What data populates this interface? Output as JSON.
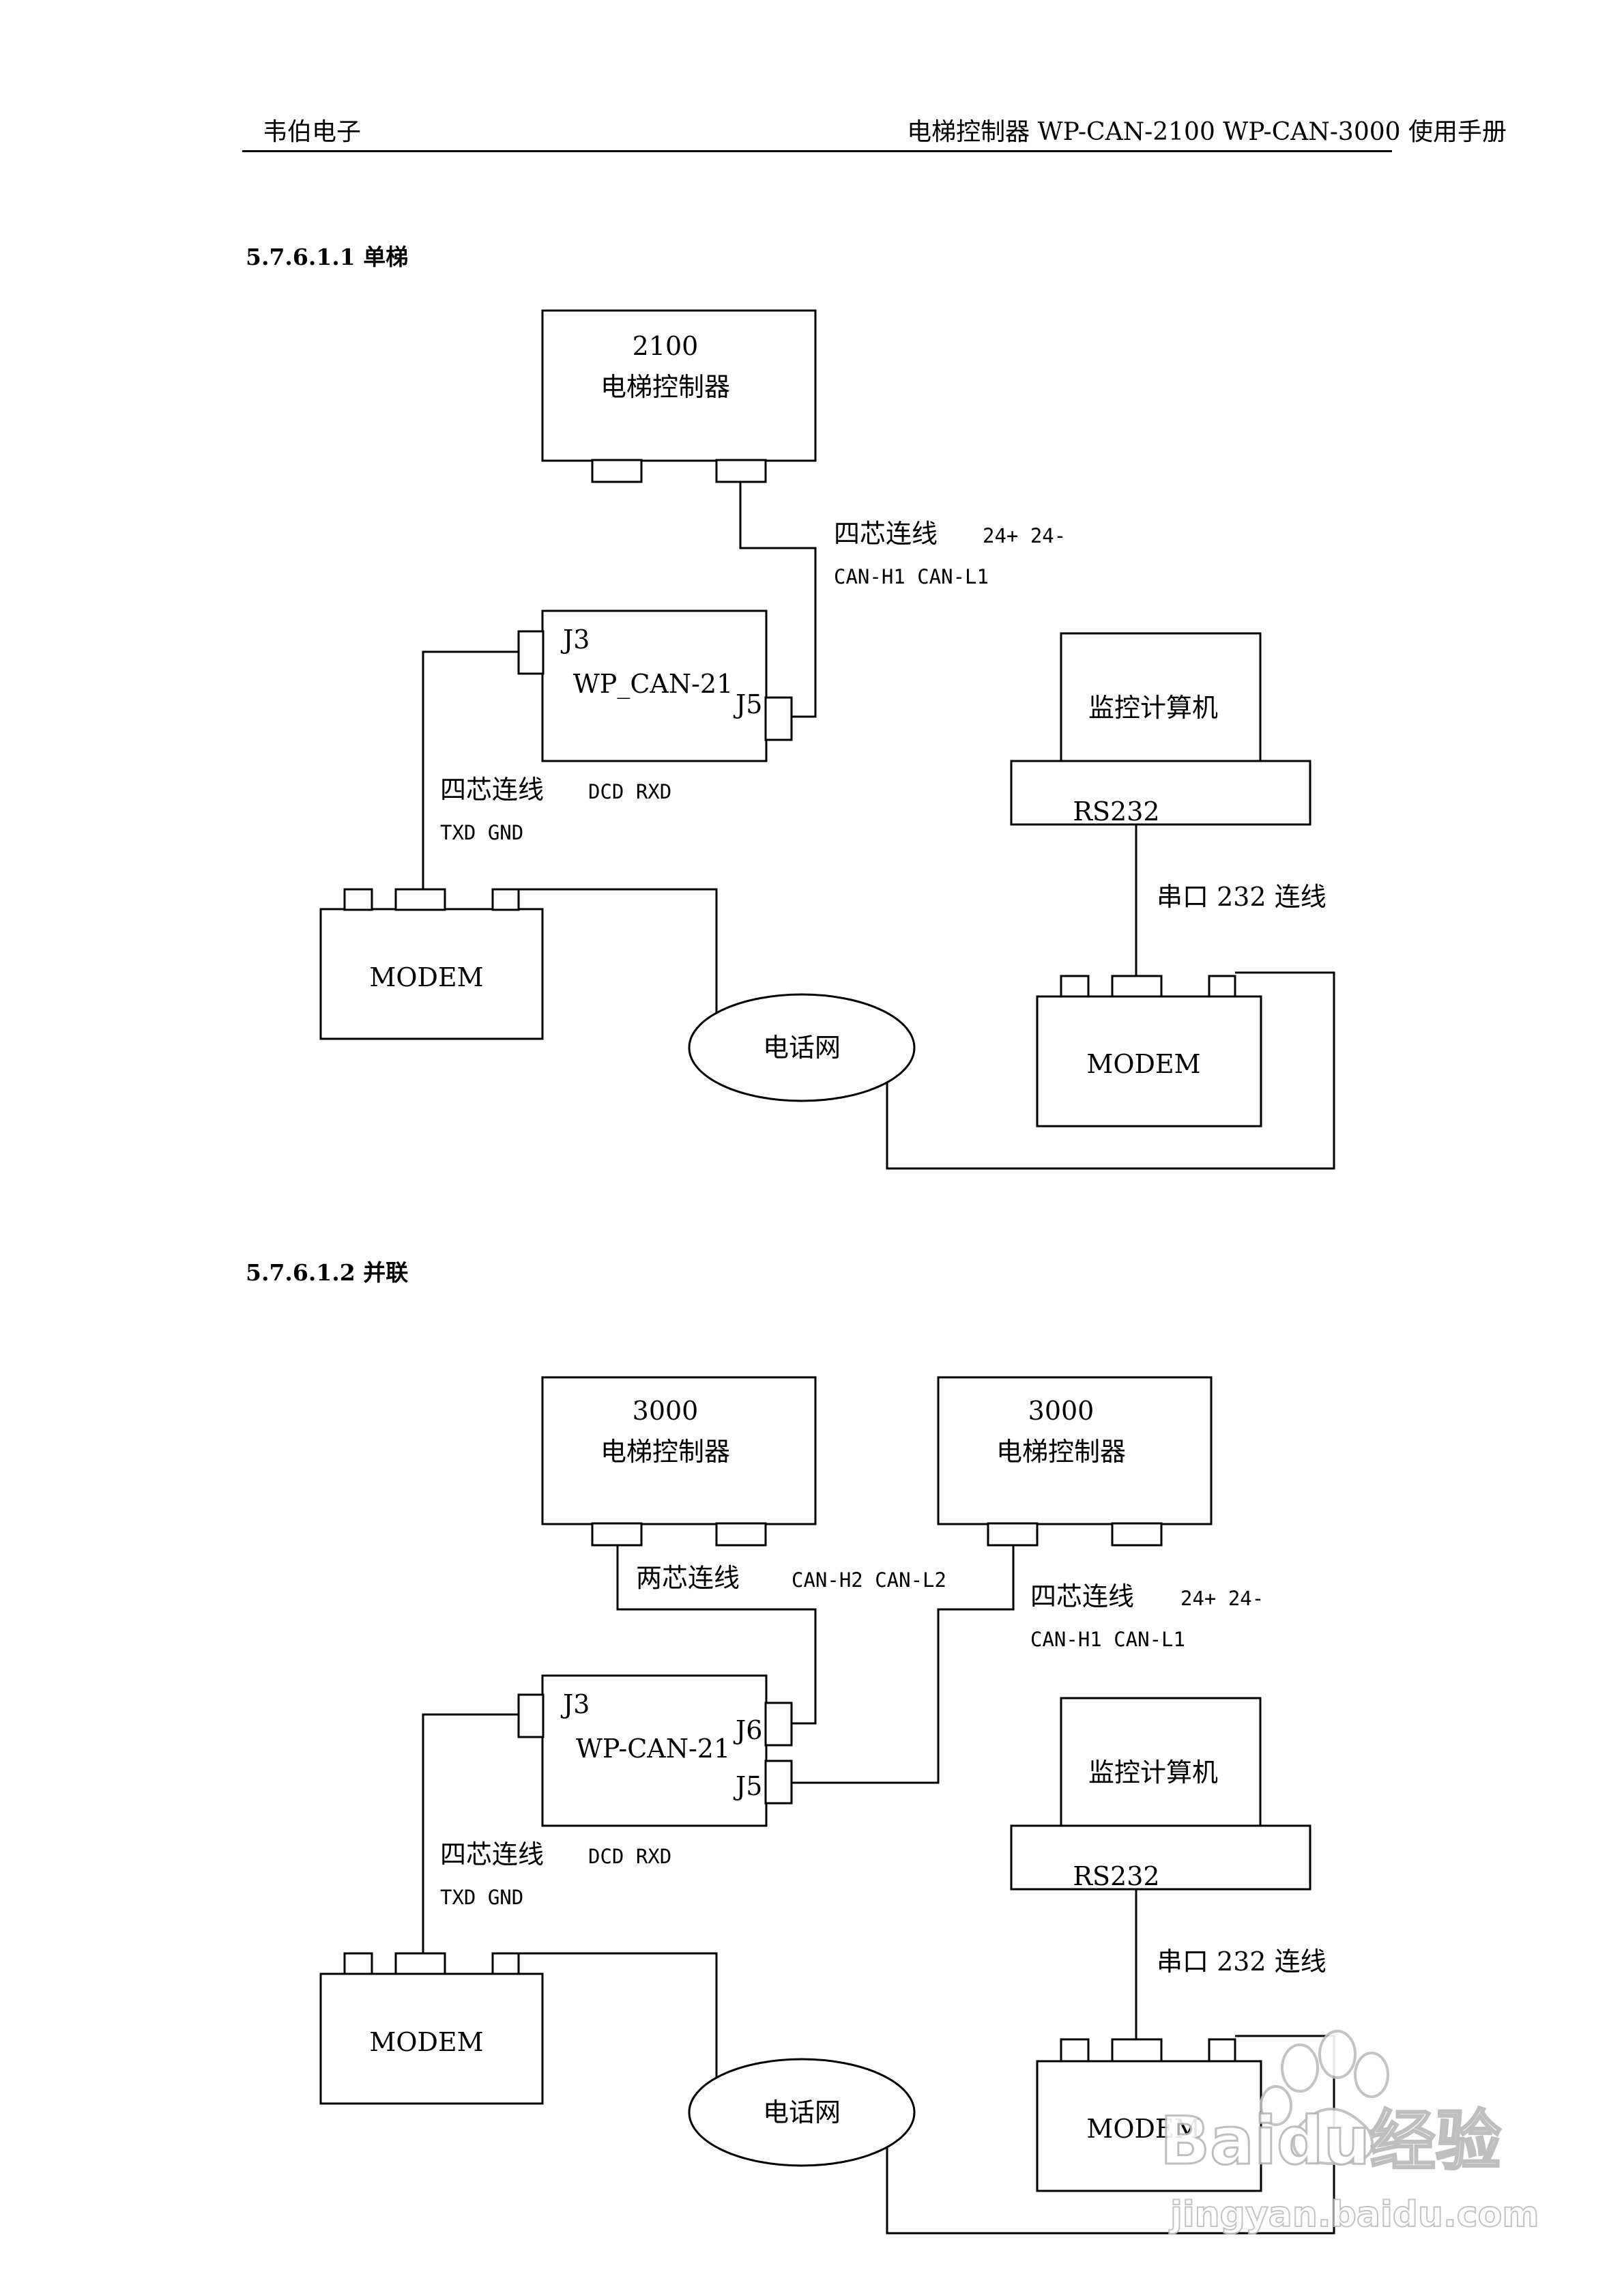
{
  "header": {
    "left": "韦伯电子",
    "right": "电梯控制器 WP-CAN-2100 WP-CAN-3000 使用手册"
  },
  "section1": {
    "title": "5.7.6.1.1 单梯",
    "controller": {
      "model": "2100",
      "name": "电梯控制器"
    },
    "wire_top": {
      "label": "四芯连线",
      "signals_1": "24+  24-",
      "signals_2": "CAN-H1  CAN-L1"
    },
    "can_box": {
      "name": "WP_CAN-21",
      "j3": "J3",
      "j5": "J5"
    },
    "wire_left": {
      "label": "四芯连线",
      "signals_1": "DCD  RXD",
      "signals_2": "TXD  GND"
    },
    "modem_left": "MODEM",
    "network": "电话网",
    "computer": {
      "name": "监控计算机",
      "port": "RS232"
    },
    "serial_wire": "串口 232 连线",
    "modem_right": "MODEM"
  },
  "section2": {
    "title": "5.7.6.1.2 并联",
    "controller_a": {
      "model": "3000",
      "name": "电梯控制器"
    },
    "controller_b": {
      "model": "3000",
      "name": "电梯控制器"
    },
    "wire_two": {
      "label": "两芯连线",
      "signals": "CAN-H2  CAN-L2"
    },
    "wire_four": {
      "label": "四芯连线",
      "signals_1": "24+  24-",
      "signals_2": "CAN-H1  CAN-L1"
    },
    "can_box": {
      "name": "WP-CAN-21",
      "j3": "J3",
      "j6": "J6",
      "j5": "J5"
    },
    "wire_left": {
      "label": "四芯连线",
      "signals_1": "DCD  RXD",
      "signals_2": "TXD  GND"
    },
    "modem_left": "MODEM",
    "network": "电话网",
    "computer": {
      "name": "监控计算机",
      "port": "RS232"
    },
    "serial_wire": "串口 232 连线",
    "modem_right": "MODEM"
  },
  "watermark": {
    "logo": "Baidu经验",
    "url": "jingyan.baidu.com"
  }
}
